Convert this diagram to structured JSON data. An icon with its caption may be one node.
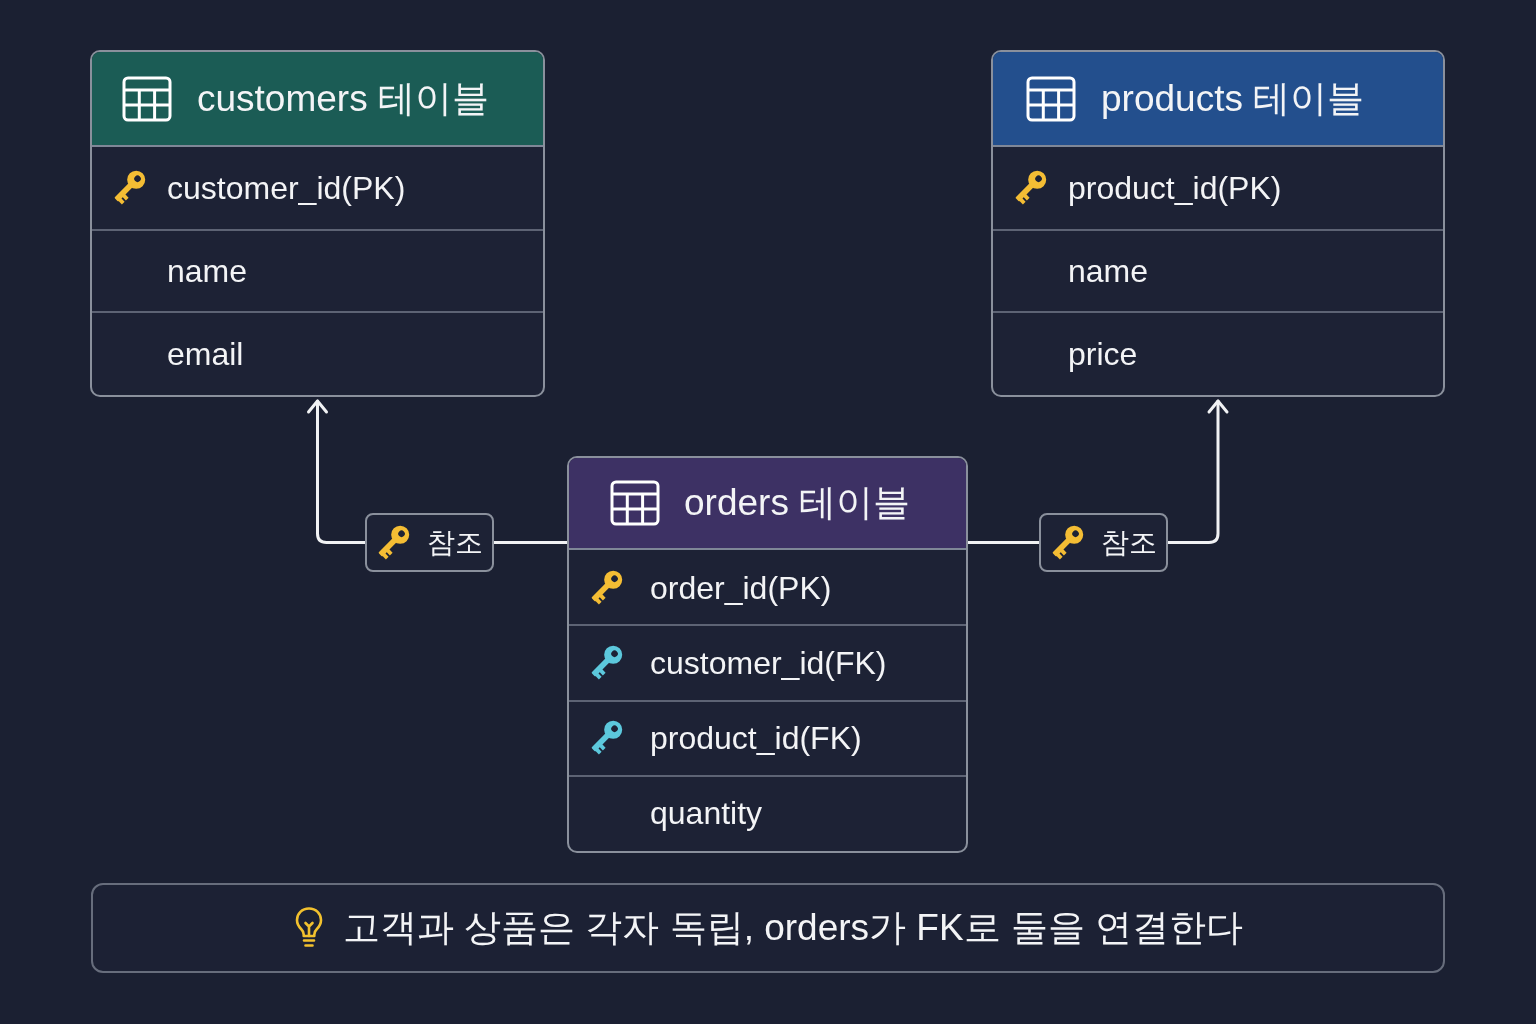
{
  "diagram": {
    "nodes": [
      {
        "text": [
          "customers 테이블",
          "customer_id(PK)",
          "name",
          "email"
        ]
      },
      {
        "text": [
          "products 테이블",
          "product_id(PK)",
          "name",
          "price"
        ]
      },
      {
        "text": [
          "참조"
        ]
      },
      {
        "text": [
          "orders 테이블",
          "order_id(PK)",
          "customer_id(FK)",
          "product_id(FK)",
          "quantity"
        ]
      },
      {
        "text": [
          "참조"
        ]
      },
      {
        "text": [
          "고객과 상품은 각자 독립, orders가 FK로 둘을 연결한다"
        ]
      }
    ],
    "edges": [
      {
        "from": 3,
        "to": 2,
        "arrow": "none"
      },
      {
        "from": 2,
        "to": 0,
        "arrow": "to"
      },
      {
        "from": 3,
        "to": 4,
        "arrow": "none"
      },
      {
        "from": 4,
        "to": 1,
        "arrow": "to"
      }
    ]
  }
}
